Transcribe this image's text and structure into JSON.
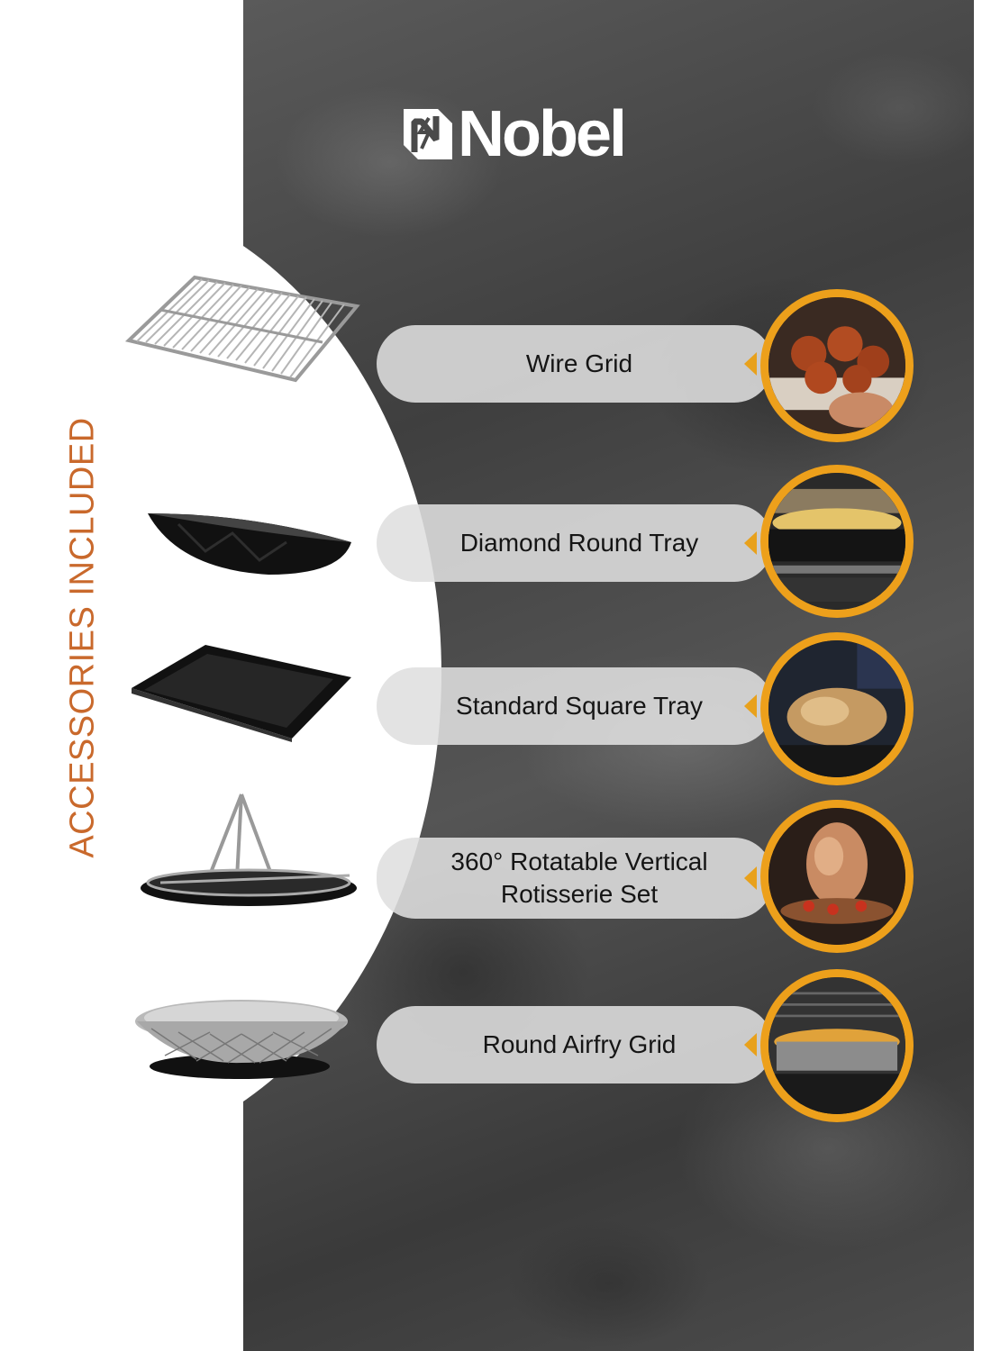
{
  "brand": {
    "name": "Nobel",
    "logo_icon": "nobel-logo-mark"
  },
  "side_title": "ACCESSORIES INCLUDED",
  "colors": {
    "accent_orange": "#eda01b",
    "title_orange": "#c9692c",
    "pill": "#dfdfdf"
  },
  "items": [
    {
      "label": "Wire Grid",
      "icon": "wire-grid",
      "photo": "baked-rolls-photo"
    },
    {
      "label": "Diamond Round Tray",
      "icon": "diamond-round-tray",
      "photo": "gratin-tray-photo"
    },
    {
      "label": "Standard Square Tray",
      "icon": "square-tray",
      "photo": "roast-chicken-photo"
    },
    {
      "label": "360° Rotatable Vertical Rotisserie Set",
      "icon": "rotisserie-set",
      "photo": "rotisserie-chicken-photo"
    },
    {
      "label": "Round Airfry Grid",
      "icon": "airfry-basket",
      "photo": "fries-basket-photo"
    }
  ]
}
